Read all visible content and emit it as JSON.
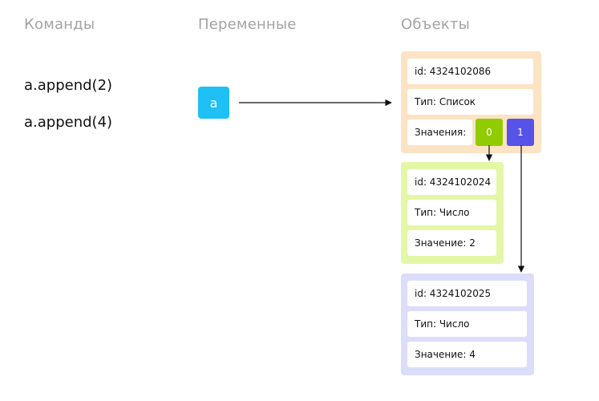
{
  "headers": {
    "commands": "Команды",
    "variables": "Переменные",
    "objects": "Объекты"
  },
  "commands": [
    "a.append(2)",
    "a.append(4)"
  ],
  "variable": {
    "name": "a",
    "color": "#1ec0f5"
  },
  "objects": {
    "list": {
      "id": "id: 4324102086",
      "type": "Тип: Список",
      "values_label": "Значения:",
      "indices": [
        "0",
        "1"
      ],
      "bg_color": "#fce3c4",
      "index_colors": [
        "#90cc00",
        "#5753e8"
      ]
    },
    "num2": {
      "id": "id: 4324102024",
      "type": "Тип: Число",
      "value": "Значение: 2",
      "bg_color": "#e4f7a6"
    },
    "num4": {
      "id": "id: 4324102025",
      "type": "Тип: Число",
      "value": "Значение: 4",
      "bg_color": "#dcdcfb"
    }
  }
}
